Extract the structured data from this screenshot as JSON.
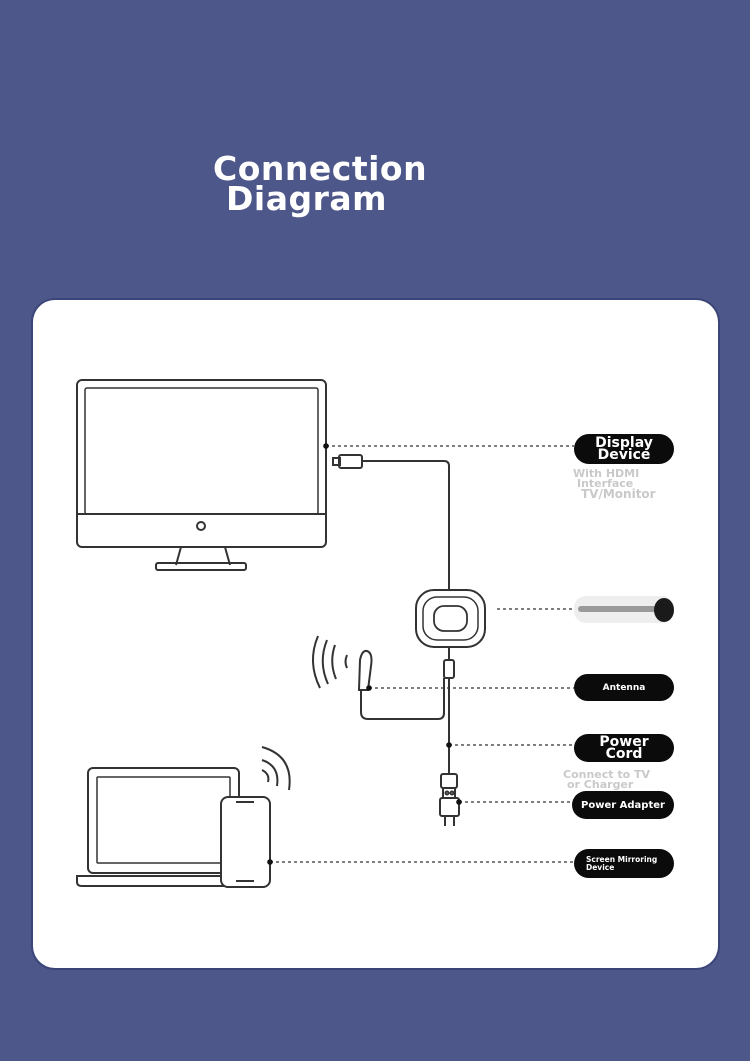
{
  "title": {
    "line1": "Connection",
    "line2": "Diagram"
  },
  "labels": {
    "display": {
      "line1": "Display",
      "line2": "Device"
    },
    "display_sub": {
      "line1": "With HDMI",
      "line2": "Interface",
      "line3": "TV/Monitor"
    },
    "antenna": "Antenna",
    "power_cord": {
      "line1": "Power",
      "line2": "Cord"
    },
    "power_cord_sub": {
      "line1": "Connect to TV",
      "line2": "or Charger"
    },
    "power_adapter": "Power Adapter",
    "mirroring": {
      "line1": "Screen Mirroring",
      "line2": "Device"
    }
  },
  "colors": {
    "background": "#4e5789",
    "card": "#ffffff",
    "pill": "#0b0b0b",
    "line": "#333333"
  }
}
